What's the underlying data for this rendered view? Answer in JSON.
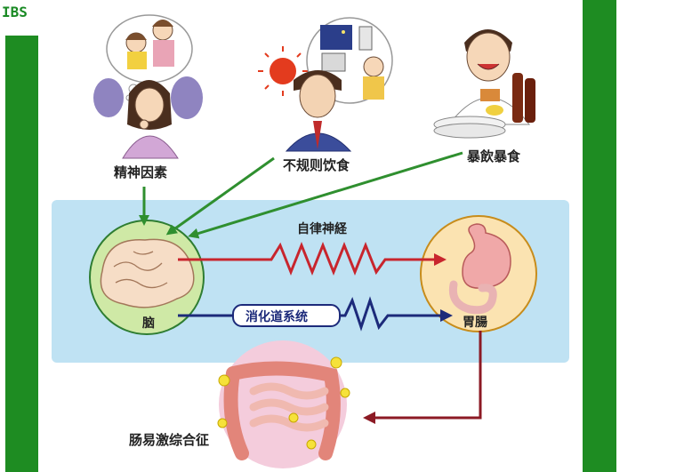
{
  "header": {
    "tag": "IBS"
  },
  "colors": {
    "frame_green": "#1e8c22",
    "panel_blue": "#bfe2f3",
    "brain_circle": "#cfe9a6",
    "gut_circle": "#fbe3b1",
    "ibs_circle": "#f4ccdc",
    "arrow_green": "#2f8f2f",
    "arrow_red": "#c8252d",
    "arrow_navy": "#1c2a7a",
    "arrow_maroon": "#8c1a24"
  },
  "nodes": {
    "mental": "精神因素",
    "irregular_diet": "不规则饮食",
    "overeating": "暴飲暴食",
    "brain": "脑",
    "gut": "胃腸",
    "ibs": "肠易激综合征"
  },
  "edges": {
    "autonomic": "自律神経",
    "digestive": "消化道系统"
  }
}
